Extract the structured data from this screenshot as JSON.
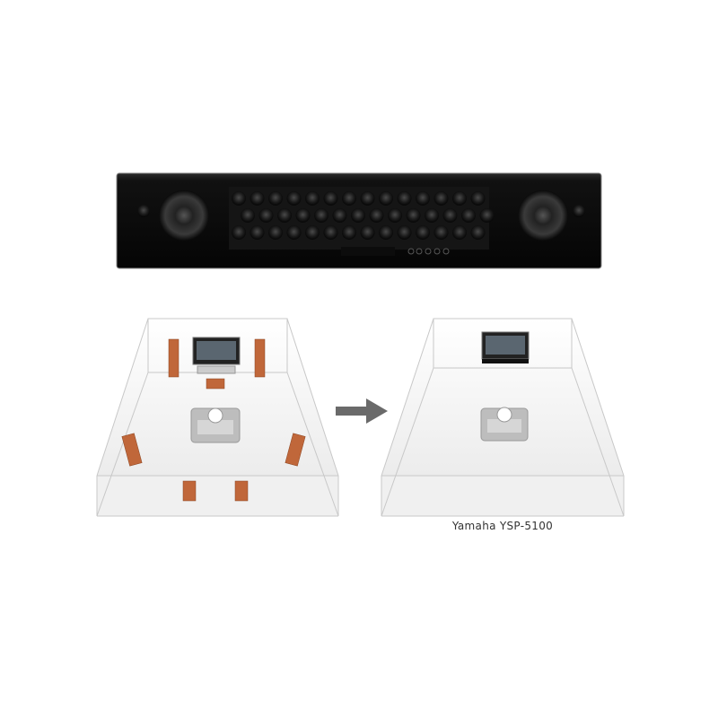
{
  "caption": "Yamaha YSP-5100",
  "colors": {
    "soundbar": "#111111",
    "speaker_wood": "#c0673a",
    "room_lines": "#c8c8c8",
    "arrow": "#6a6a6a"
  },
  "icons": [
    "soundbar-image",
    "room-surround-setup",
    "room-soundbar-setup",
    "arrow-right-icon",
    "tv-icon",
    "sofa-icon"
  ]
}
